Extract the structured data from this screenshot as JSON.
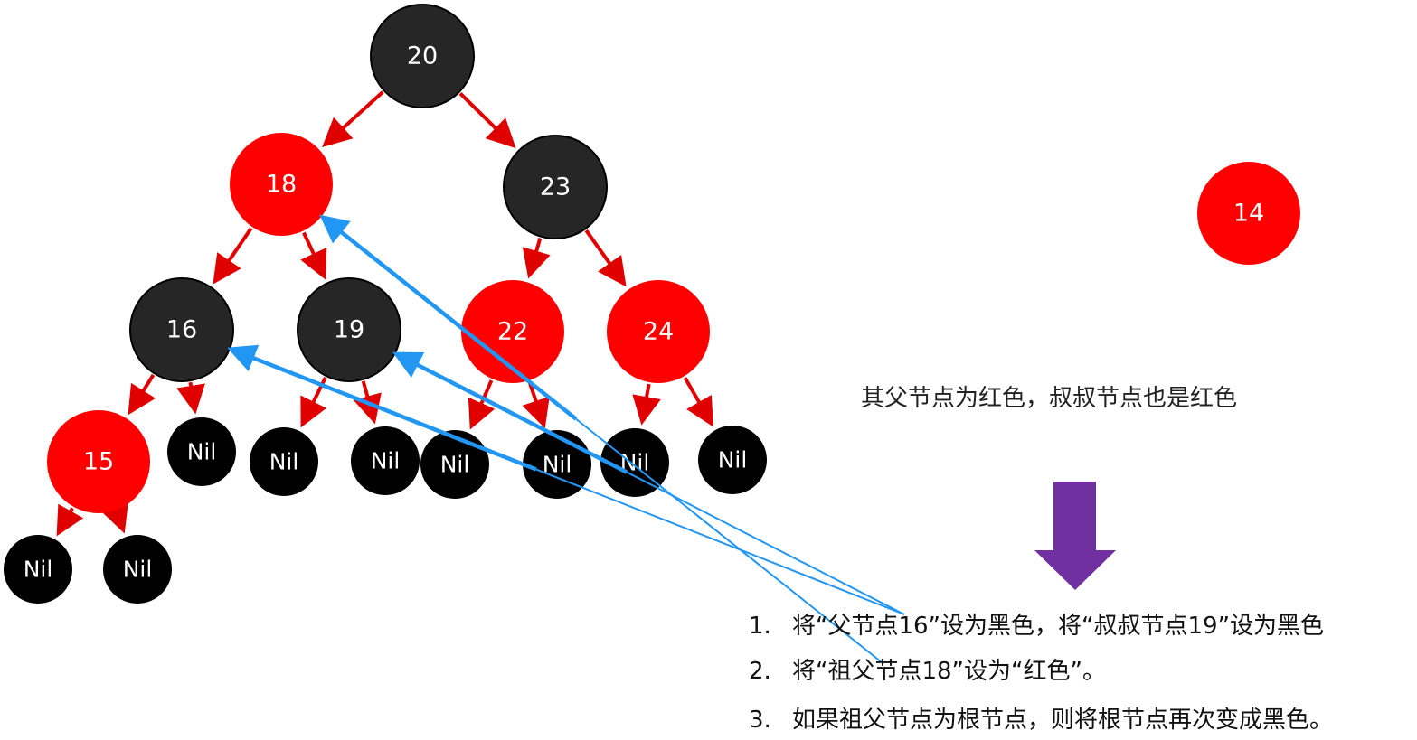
{
  "nodes": [
    {
      "id": "n20",
      "label": "20",
      "color": "black"
    },
    {
      "id": "n18",
      "label": "18",
      "color": "red"
    },
    {
      "id": "n23",
      "label": "23",
      "color": "black"
    },
    {
      "id": "n16",
      "label": "16",
      "color": "black"
    },
    {
      "id": "n19",
      "label": "19",
      "color": "black"
    },
    {
      "id": "n22",
      "label": "22",
      "color": "red"
    },
    {
      "id": "n24",
      "label": "24",
      "color": "red"
    },
    {
      "id": "n15",
      "label": "15",
      "color": "red"
    },
    {
      "id": "n14",
      "label": "14",
      "color": "red"
    },
    {
      "id": "nil_16r",
      "label": "Nil",
      "color": "nil"
    },
    {
      "id": "nil_19l",
      "label": "Nil",
      "color": "nil"
    },
    {
      "id": "nil_19r",
      "label": "Nil",
      "color": "nil"
    },
    {
      "id": "nil_22l",
      "label": "Nil",
      "color": "nil"
    },
    {
      "id": "nil_22r",
      "label": "Nil",
      "color": "nil"
    },
    {
      "id": "nil_24l",
      "label": "Nil",
      "color": "nil"
    },
    {
      "id": "nil_24r",
      "label": "Nil",
      "color": "nil"
    },
    {
      "id": "nil_15l",
      "label": "Nil",
      "color": "nil"
    },
    {
      "id": "nil_15r",
      "label": "Nil",
      "color": "nil"
    }
  ],
  "tree_edges": [
    [
      "n20",
      "n18"
    ],
    [
      "n20",
      "n23"
    ],
    [
      "n18",
      "n16"
    ],
    [
      "n18",
      "n19"
    ],
    [
      "n23",
      "n22"
    ],
    [
      "n23",
      "n24"
    ],
    [
      "n16",
      "n15"
    ],
    [
      "n16",
      "nil_16r"
    ],
    [
      "n19",
      "nil_19l"
    ],
    [
      "n19",
      "nil_19r"
    ],
    [
      "n22",
      "nil_22l"
    ],
    [
      "n22",
      "nil_22r"
    ],
    [
      "n24",
      "nil_24l"
    ],
    [
      "n24",
      "nil_24r"
    ],
    [
      "n15",
      "nil_15l"
    ],
    [
      "n15",
      "nil_15r"
    ]
  ],
  "pointer_links": [
    {
      "from_step": 1,
      "to": "n16"
    },
    {
      "from_step": 1,
      "to": "n19"
    },
    {
      "from_step": 2,
      "to": "n18"
    }
  ],
  "caption": "其父节点为红色，叔叔节点也是红色",
  "steps": [
    {
      "num": "1.",
      "text": "将“父节点16”设为黑色，将“叔叔节点19”设为黑色"
    },
    {
      "num": "2.",
      "text": "将“祖父节点18”设为“红色”。"
    },
    {
      "num": "3.",
      "text": "如果祖父节点为根节点，则将根节点再次变成黑色。"
    }
  ],
  "colors": {
    "red_node": "#ff0000",
    "black_node": "#262626",
    "nil_node": "#000000",
    "edge": "#e00000",
    "pointer": "#2196f3",
    "down_arrow": "#7030a0"
  }
}
